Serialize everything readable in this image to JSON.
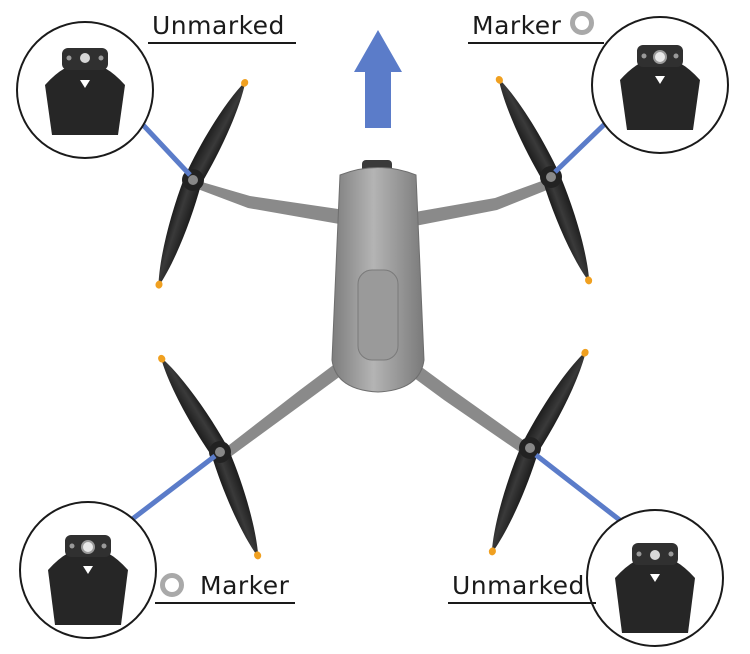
{
  "labels": {
    "top_left": "Unmarked",
    "top_right": "Marker",
    "bottom_left": "Marker",
    "bottom_right": "Unmarked"
  },
  "colors": {
    "arrow": "#5b7cc9",
    "propeller": "#2b2b2b",
    "propeller_tip": "#f0a020",
    "arm": "#8a8a8a",
    "body": "#9d9d9d",
    "marker_ring": "#a9a9a9"
  },
  "icons": {
    "forward": "forward-arrow-icon",
    "marker": "marker-ring-icon"
  }
}
